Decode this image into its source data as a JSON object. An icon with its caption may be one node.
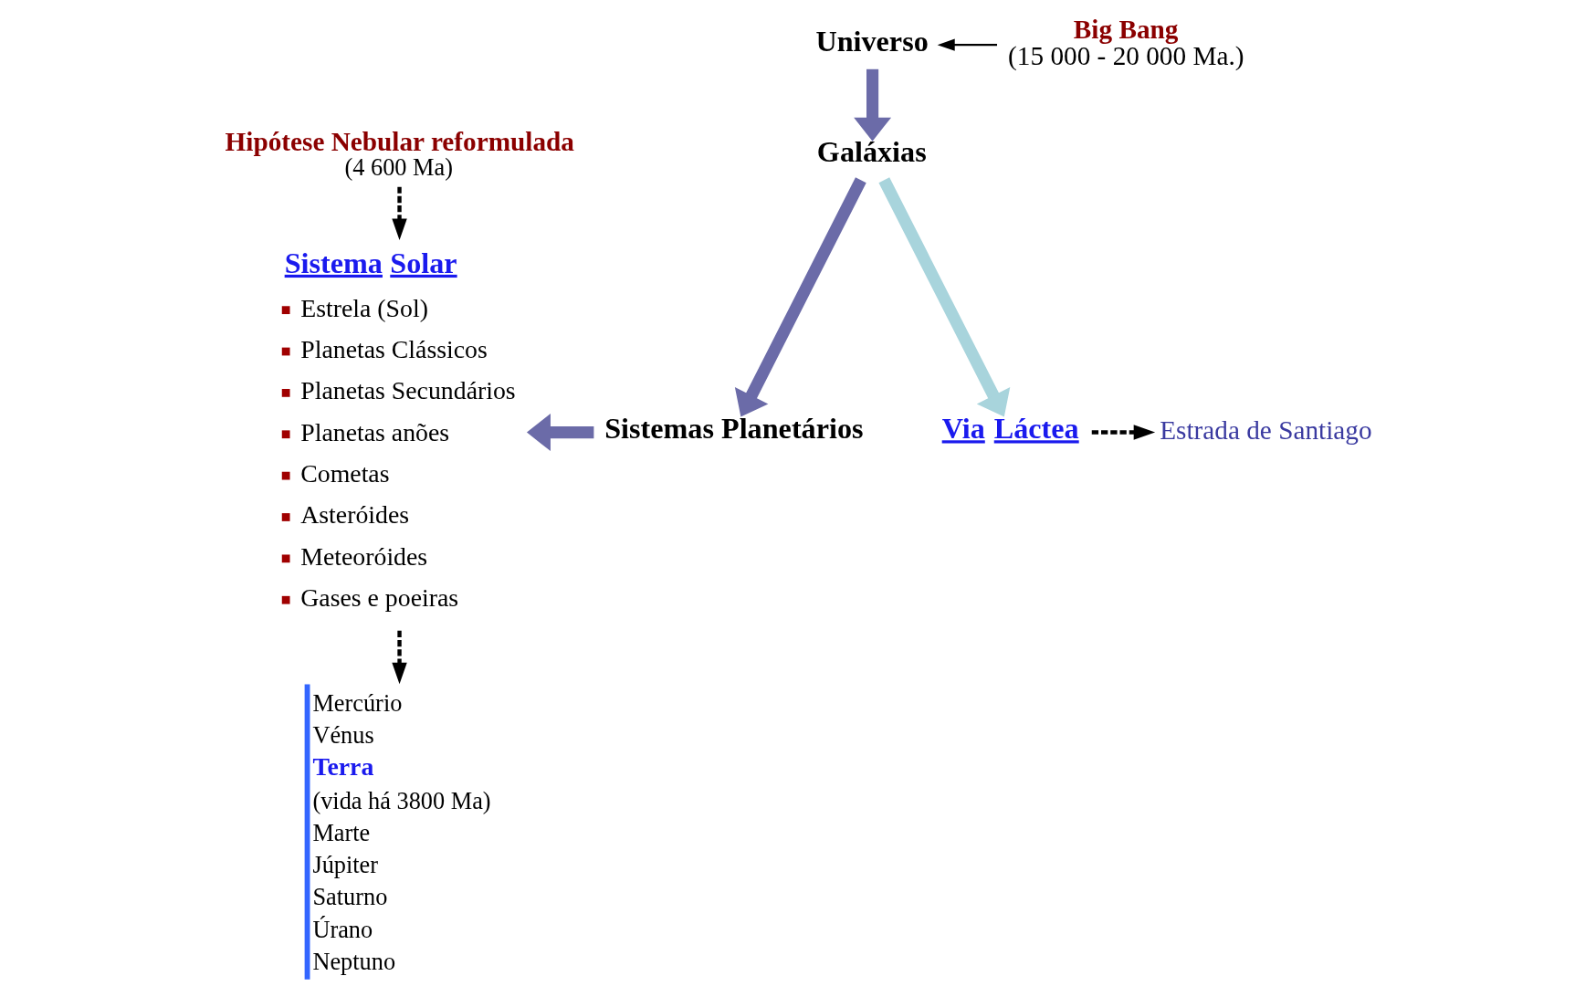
{
  "diagram": {
    "nodes": [
      {
        "text": [
          "Universo"
        ]
      },
      {
        "text": [
          "Big Bang",
          "(15 000 - 20 000 Ma.)"
        ]
      },
      {
        "text": [
          "Galáxias"
        ]
      },
      {
        "text": [
          "Via Láctea"
        ]
      },
      {
        "text": [
          "Estrada de Santiago"
        ]
      },
      {
        "text": [
          "Sistemas Planetários"
        ]
      },
      {
        "text": [
          "Hipótese Nebular reformulada",
          "(4 600 Ma)"
        ]
      },
      {
        "text": [
          "Sistema Solar",
          "Estrela (Sol)",
          "Planetas Clássicos",
          "Planetas Secundários",
          "Planetas anões",
          "Cometas",
          "Asteróides",
          "Meteoróides",
          "Gases e poeiras"
        ]
      },
      {
        "text": [
          "Mercúrio",
          "Vénus",
          "Terra",
          "(vida há 3800 Ma)",
          "Marte",
          "Júpiter",
          "Saturno",
          "Úrano",
          "Neptuno"
        ]
      }
    ],
    "edges": [
      {
        "from": 1,
        "to": 0,
        "arrow": "to",
        "color": "#000000"
      },
      {
        "from": 0,
        "to": 2,
        "arrow": "to",
        "style": "thick",
        "color": "#6b6ba8"
      },
      {
        "from": 2,
        "to": 3,
        "arrow": "to",
        "style": "thick",
        "color": "#a8d4dc"
      },
      {
        "from": 3,
        "to": 4,
        "arrow": "to",
        "style": "dashed",
        "color": "#000000"
      },
      {
        "from": 2,
        "to": 5,
        "arrow": "to",
        "style": "thick",
        "color": "#6b6ba8"
      },
      {
        "from": 5,
        "to": 7,
        "arrow": "to",
        "style": "thick",
        "color": "#6b6ba8"
      },
      {
        "from": 6,
        "to": 7,
        "arrow": "to",
        "style": "dashed",
        "color": "#000000"
      },
      {
        "from": 7,
        "to": 8,
        "arrow": "to",
        "style": "dashed",
        "color": "#000000"
      }
    ]
  }
}
